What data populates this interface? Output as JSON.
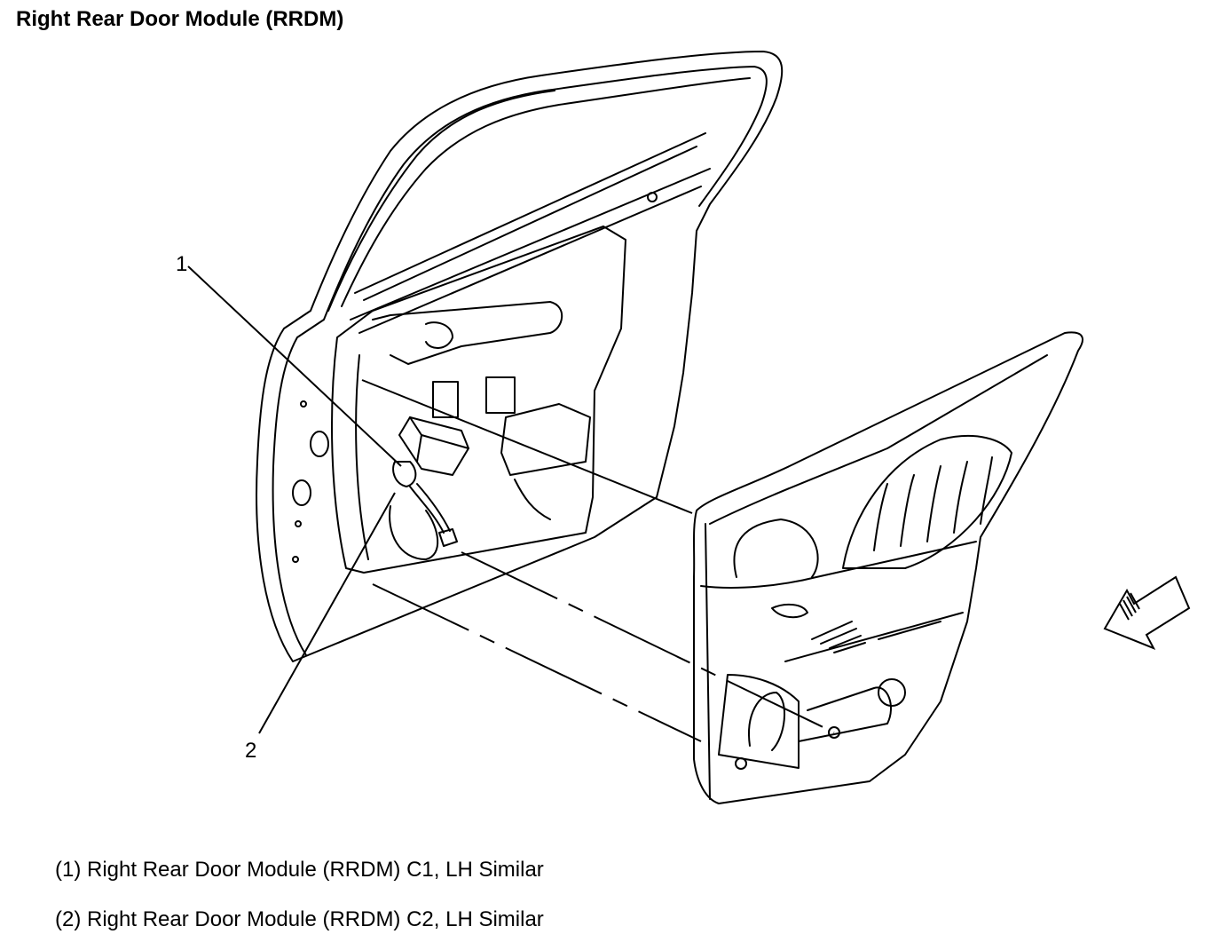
{
  "title": "Right Rear Door Module (RRDM)",
  "callouts": [
    "1",
    "2"
  ],
  "legend": [
    "(1) Right Rear Door Module (RRDM) C1, LH Similar",
    "(2) Right Rear Door Module (RRDM) C2, LH Similar"
  ],
  "colors": {
    "line": "#000000",
    "background": "#ffffff"
  },
  "icons": {
    "direction": "front-arrow-icon"
  }
}
